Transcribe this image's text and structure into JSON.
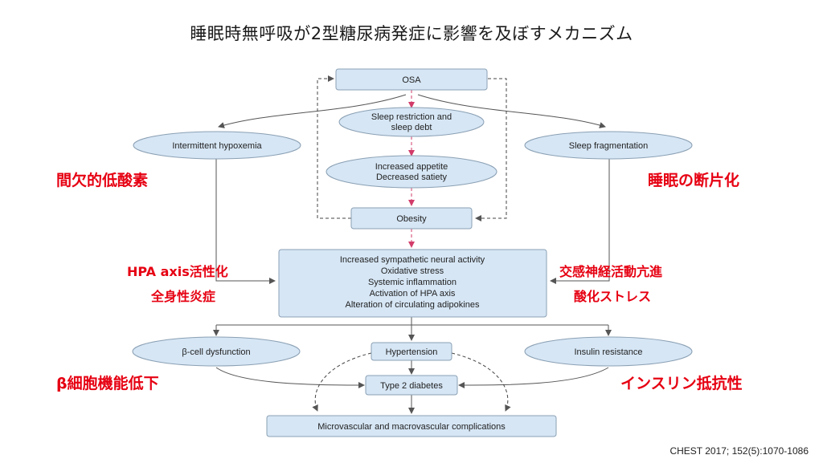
{
  "title": "睡眠時無呼吸が2型糖尿病発症に影響を及ぼすメカニズム",
  "colors": {
    "node_fill": "#d6e6f5",
    "node_stroke": "#8aa0b4",
    "arrow_solid": "#555555",
    "arrow_dashed_red": "#d23c6a",
    "annotation": "#e60012"
  },
  "nodes": {
    "osa": "OSA",
    "sleep_restriction": [
      "Sleep restriction and",
      "sleep debt"
    ],
    "appetite": [
      "Increased appetite",
      "Decreased satiety"
    ],
    "obesity": "Obesity",
    "hypoxemia": "Intermittent hypoxemia",
    "fragmentation": "Sleep fragmentation",
    "central": [
      "Increased sympathetic neural activity",
      "Oxidative stress",
      "Systemic inflammation",
      "Activation of HPA axis",
      "Alteration of circulating adipokines"
    ],
    "beta_cell": "β-cell dysfunction",
    "hypertension": "Hypertension",
    "insulin_resistance": "Insulin resistance",
    "type2": "Type 2 diabetes",
    "complications": "Microvascular and macrovascular complications"
  },
  "annotations": {
    "hypoxemia_jp": "間欠的低酸素",
    "fragmentation_jp": "睡眠の断片化",
    "hpa_jp": "HPA axis活性化",
    "inflammation_jp": "全身性炎症",
    "sympathetic_jp": "交感神経活動亢進",
    "oxidative_jp": "酸化ストレス",
    "beta_jp": "β細胞機能低下",
    "insulin_jp": "インスリン抵抗性"
  },
  "citation": "CHEST 2017; 152(5):1070-1086"
}
